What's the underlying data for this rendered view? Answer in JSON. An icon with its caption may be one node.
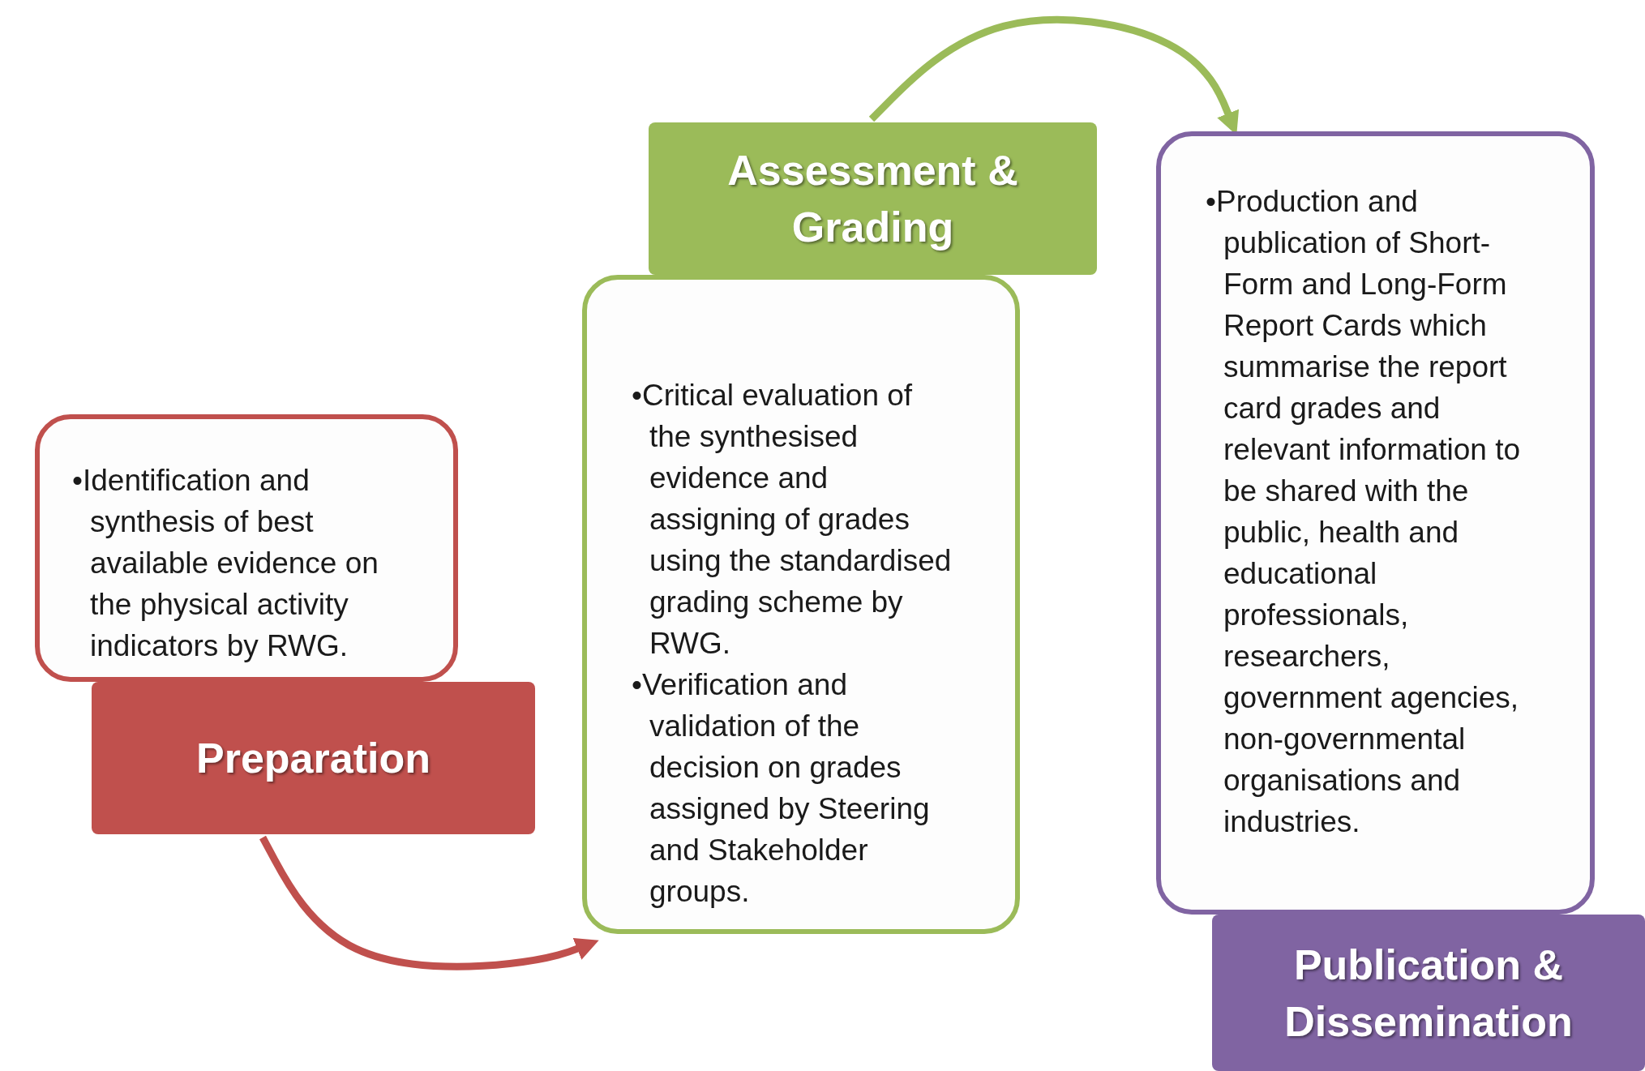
{
  "diagram": {
    "nodes": [
      {
        "text": [
          "•Identification and synthesis of best available evidence on the physical activity indicators by RWG."
        ]
      },
      {
        "text": [
          "Preparation"
        ]
      },
      {
        "text": [
          "Assessment & Grading"
        ]
      },
      {
        "text": [
          "•Critical evaluation of the synthesised evidence and assigning of grades using the standardised grading scheme by RWG.",
          "•Verification and validation of the decision on grades assigned by Steering and Stakeholder groups."
        ]
      },
      {
        "text": [
          "•Production and publication of Short-Form and Long-Form Report Cards which summarise the report card grades and relevant information to be shared with the public, health and educational professionals, researchers, government agencies, non-governmental organisations and industries."
        ]
      },
      {
        "text": [
          "Publication & Dissemination"
        ]
      }
    ],
    "edges": [
      {
        "from": 1,
        "to": 3,
        "arrow": "to",
        "color": "#c0504d"
      },
      {
        "from": 2,
        "to": 4,
        "arrow": "to",
        "color": "#9bbb59"
      }
    ]
  }
}
